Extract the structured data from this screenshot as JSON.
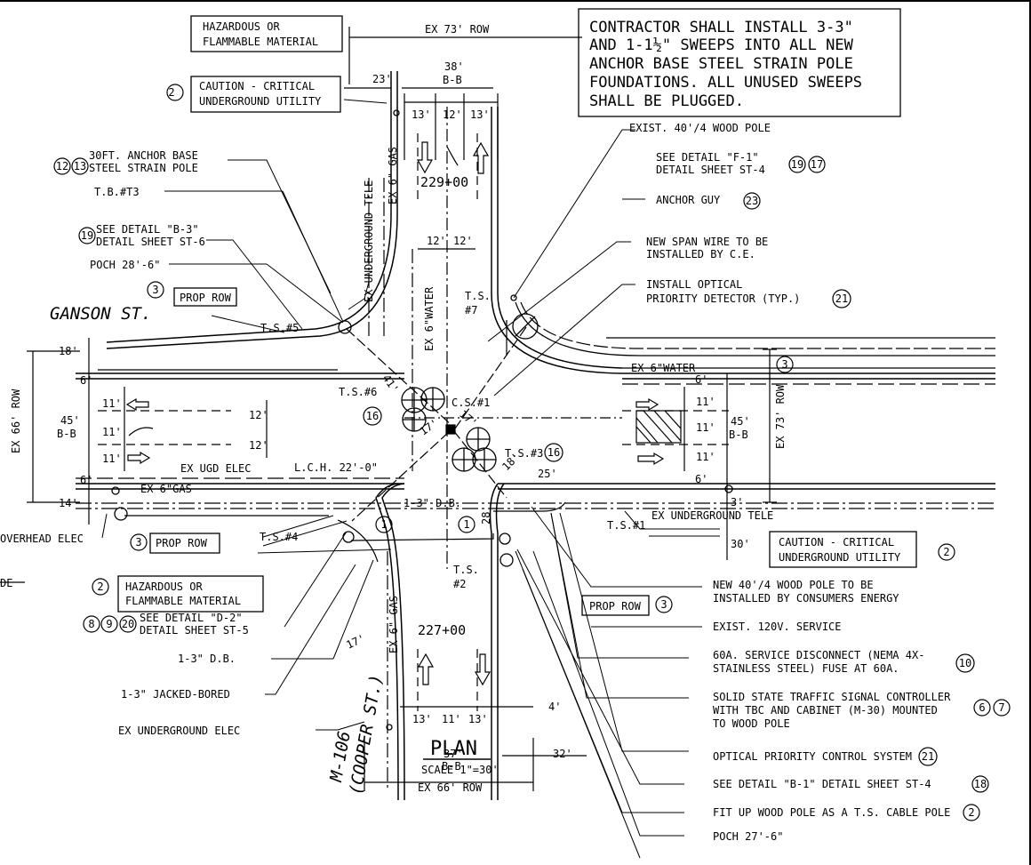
{
  "notes": {
    "contractor": [
      "CONTRACTOR SHALL INSTALL 3-3\"",
      "AND 1-1½\" SWEEPS INTO ALL NEW",
      "ANCHOR BASE STEEL STRAIN POLE",
      "FOUNDATIONS. ALL UNUSED SWEEPS",
      "SHALL BE PLUGGED."
    ],
    "hazard_top": [
      "HAZARDOUS OR",
      "FLAMMABLE MATERIAL"
    ],
    "caution_left": [
      "CAUTION - CRITICAL",
      "UNDERGROUND UTILITY"
    ],
    "caution_right": [
      "CAUTION - CRITICAL",
      "UNDERGROUND UTILITY"
    ],
    "hazard_left": [
      "HAZARDOUS OR",
      "FLAMMABLE MATERIAL"
    ],
    "anchor_pole": [
      "30FT. ANCHOR BASE",
      "STEEL STRAIN POLE"
    ],
    "tb": "T.B.#T3",
    "detail_b3": [
      "SEE DETAIL \"B-3\"",
      "DETAIL SHEET ST-6"
    ],
    "poch_left": "POCH 28'-6\"",
    "exist_pole": "EXIST. 40'/4 WOOD POLE",
    "detail_f1": [
      "SEE DETAIL \"F-1\"",
      "DETAIL SHEET ST-4"
    ],
    "anchor_guy": "ANCHOR GUY",
    "span_wire": [
      "NEW SPAN WIRE TO BE",
      "INSTALLED BY C.E."
    ],
    "optical": [
      "INSTALL OPTICAL",
      "PRIORITY DETECTOR (TYP.)"
    ],
    "detail_d2": [
      "SEE DETAIL \"D-2\"",
      "DETAIL SHEET ST-5"
    ],
    "db_left": "1-3\" D.B.",
    "jacked": "1-3\" JACKED-BORED",
    "ex_ug_elec": "EX UNDERGROUND ELEC",
    "new_pole": [
      "NEW 40'/4 WOOD POLE TO BE",
      "INSTALLED BY CONSUMERS ENERGY"
    ],
    "service": "EXIST. 120V. SERVICE",
    "disconnect": [
      "60A. SERVICE DISCONNECT (NEMA 4X-",
      "STAINLESS STEEL) FUSE AT 60A."
    ],
    "controller": [
      "SOLID STATE TRAFFIC SIGNAL CONTROLLER",
      "WITH TBC AND CABINET (M-30) MOUNTED",
      "TO WOOD POLE"
    ],
    "optical_sys": "OPTICAL PRIORITY CONTROL SYSTEM",
    "detail_b1": "SEE DETAIL \"B-1\" DETAIL SHEET ST-4",
    "fit_up": "FIT UP WOOD POLE AS A T.S. CABLE POLE",
    "poch_right": "POCH 27'-6\"",
    "overhead": "OVERHEAD ELEC",
    "left_de": "DE"
  },
  "circles": {
    "c2": "2",
    "c3": "3",
    "c1": "1",
    "c12": "12",
    "c13": "13",
    "c19": "19",
    "c17": "17",
    "c23": "23",
    "c21": "21",
    "c16": "16",
    "c8": "8",
    "c9": "9",
    "c20": "20",
    "c10": "10",
    "c6": "6",
    "c7": "7",
    "c18": "18"
  },
  "labels": {
    "prop_row": "PROP ROW",
    "ex73row": "EX 73' ROW",
    "ex66row": "EX 66' ROW",
    "ganson": "GANSON ST.",
    "m106": "M-106",
    "cooper": "(COOPER ST.)",
    "ts5": "T.S.#5",
    "ts7a": "T.S.",
    "ts7b": "#7",
    "ts6": "T.S.#6",
    "cs1": "C.S.#1",
    "ts3": "T.S.#3",
    "ts4": "T.S.#4",
    "ts1": "T.S.#1",
    "ts2a": "T.S.",
    "ts2b": "#2",
    "sta229": "229+00",
    "sta227": "227+00",
    "lch": "L.C.H. 22'-0\"",
    "db_center": "1-3\" D.B.",
    "ex_ugd_elec": "EX UGD ELEC",
    "ex_ug_tele_v": "EX UNDERGROUND TELE",
    "ex_ug_tele_h": "EX UNDERGROUND TELE",
    "ex6gas_top": "EX 6\" GAS",
    "ex6water_v": "EX 6\"WATER",
    "ex6water_h": "EX 6\"WATER",
    "ex6gas_h": "EX 6\"GAS",
    "ex6gas_bottom": "EX 6\" GAS",
    "plan": "PLAN",
    "scale": "SCALE 1\"=30'"
  },
  "dims": {
    "d23": "23'",
    "d38": "38'",
    "bb": "B-B",
    "d13": "13'",
    "d12": "12'",
    "d18": "18'",
    "d45": "45'",
    "d11": "11'",
    "d6": "6'",
    "d14": "14'",
    "d41": "41'",
    "d17": "17'",
    "d25": "25'",
    "d28": "28",
    "d3": "3'",
    "d30": "30'",
    "d37": "37'",
    "d32": "32'",
    "d4": "4'"
  }
}
